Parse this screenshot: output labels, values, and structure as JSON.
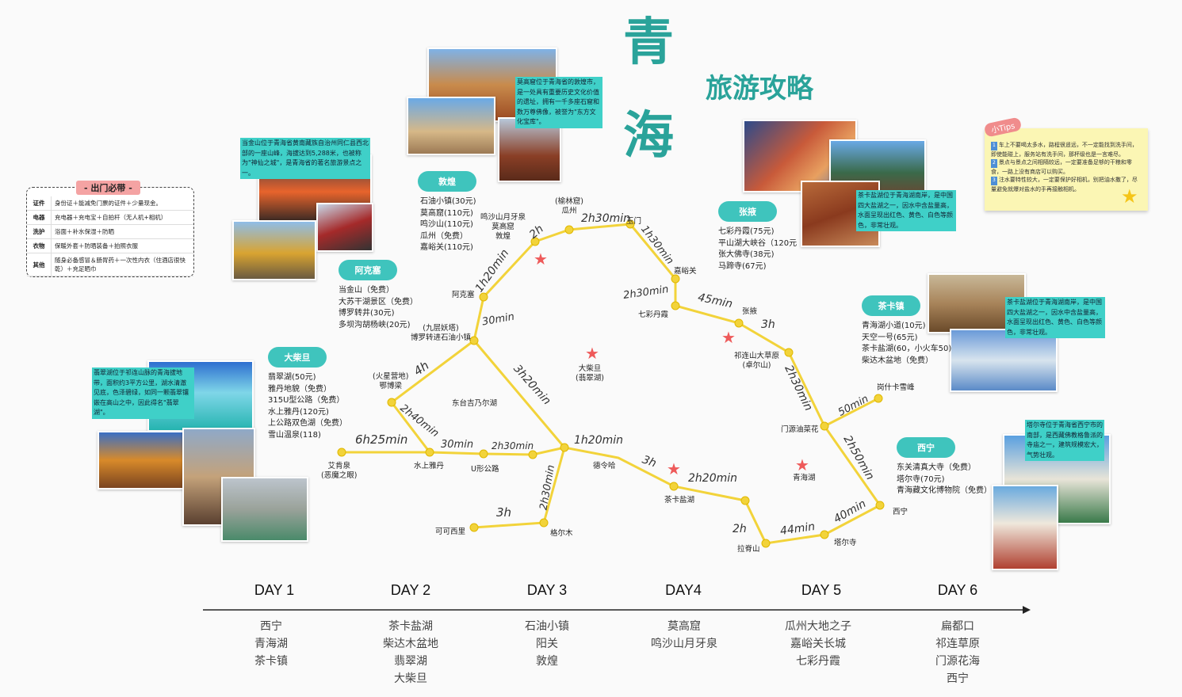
{
  "title": {
    "main1": "青",
    "main2": "海",
    "sub": "旅游攻略"
  },
  "pack": {
    "title": "- 出门必带 -",
    "rows": [
      {
        "k": "证件",
        "v": "身份证＋能减免门票的证件＋少量现金。"
      },
      {
        "k": "电器",
        "v": "充电器＋充电宝＋自拍杆（无人机+相机）"
      },
      {
        "k": "洗护",
        "v": "浴面＋补水保湿＋防晒"
      },
      {
        "k": "衣物",
        "v": "保暖外套＋防晒装备＋拍照衣服"
      },
      {
        "k": "其他",
        "v": "随身必备感冒＆肠胃药＋一次性内衣（住酒店很快乾）＋充足晒巾"
      }
    ]
  },
  "tips": {
    "title": "小Tips",
    "items": [
      "车上不要喝太多水，路程很遥远，不一定能找到洗手间，即使能碰上，服务站有洗手间，那杯级也是一言难尽。",
      "景点与景点之间相隔较远，一定要准备足够的干粮和零食，一路上没有商店可以购买。",
      "注水要特性较大，一定要保护好相机，别把油水撒了，尽量避免就爆对盐水的手再接触相机。"
    ]
  },
  "regions": {
    "dunhuang": {
      "tag": "敦煌",
      "pois": [
        "石油小镇(30元)",
        "莫高窟(110元)",
        "鸣沙山(110元)",
        "瓜州（免费）",
        "嘉峪关(110元)"
      ],
      "note": "莫高窟位于青海省的敦煌市，是一处具有重要历史文化价值的遗址，拥有一千多座石窟和数万尊佛像，被誉为\"东方文化宝库\"。"
    },
    "akesai": {
      "tag": "阿克塞",
      "pois": [
        "当金山（免费）",
        "大苏干湖景区（免费）",
        "博罗转井(30元)",
        "多坝沟胡杨峡(20元)"
      ],
      "note": "当金山位于青海省黄南藏族自治州同仁县西北部的一座山峰，海拔达到5,288米，也被称为\"神仙之城\"，是青海省的著名旅游景点之一。"
    },
    "dachaidan": {
      "tag": "大柴旦",
      "pois": [
        "翡翠湖(50元)",
        "雅丹地貌（免费）",
        "315U型公路（免费）",
        "水上雅丹(120元)",
        "上公路双色湖（免费）",
        "雪山温泉(118)"
      ],
      "note": "翡翠湖位于祁连山脉的青海拔地带，面积约3平方公里，湖水清澈见底，色泽碧绿，如同一颗翡翠镶嵌在高山之中，因此得名\"翡翠湖\"。"
    },
    "zhangye": {
      "tag": "张掖",
      "pois": [
        "七彩丹霞(75元)",
        "平山湖大峡谷（120元",
        "张大佛寺(38元)",
        "马蹄寺(67元)"
      ],
      "note": "茶卡盐湖位于青海湖南岸，是中国四大盐湖之一，因水中含盐量高，水面呈现出红色、黄色、白色等颜色，非常壮观。"
    },
    "chaka": {
      "tag": "茶卡镇",
      "pois": [
        "青海湖小道(10元)",
        "天空一号(65元)",
        "茶卡盐湖(60，小火车50)",
        "柴达木盆地（免费）"
      ],
      "note": "茶卡盐湖位于青海湖南岸，是中国四大盐湖之一，因水中含盐量高，水面呈现出红色、黄色、白色等颜色，非常壮观。"
    },
    "xining": {
      "tag": "西宁",
      "pois": [
        "东关清真大寺（免费）",
        "塔尔寺(70元)",
        "青海藏文化博物院（免费）"
      ],
      "note": "塔尔寺位于青海省西宁市的南部，是西藏佛教格鲁派的寺庙之一，建筑规模宏大，气势壮观。"
    }
  },
  "cities": {
    "dunhuang": "鸣沙山月牙泉\n莫高窟\n敦煌",
    "guazhou": "(榆林窟)\n瓜州",
    "yumen": "玉门",
    "jiayuguan": "嘉峪关",
    "akesai": "阿克塞",
    "qicaidanxia": "七彩丹霞",
    "zhangye": "张掖",
    "jiuceng": "(九层妖塔)\n博罗转进石油小镇",
    "qilian": "祁连山大草原\n(卓尔山)",
    "dachaidan": "大柴旦\n(翡翠湖)",
    "huoxing": "(火星营地)\n鄂博梁",
    "dongtai": "东台吉乃尔湖",
    "gangshi": "岗什卡雪峰",
    "menyuan": "门源油菜花",
    "aiken": "艾肯泉\n(恶魔之眼)",
    "shuishang": "水上雅丹",
    "uxing": "U形公路",
    "delingha": "德令哈",
    "qinghaihu": "青海湖",
    "chakayanhu": "茶卡盐湖",
    "xining": "西宁",
    "kekexili": "可可西里",
    "geermu": "格尔木",
    "lajishan": "拉脊山",
    "taersi": "塔尔寺"
  },
  "durations": [
    "6h25min",
    "30min",
    "2h30min",
    "1h20min",
    "3h",
    "2h20min",
    "2h",
    "44min",
    "40min",
    "2h50min",
    "50min",
    "2h30min",
    "3h",
    "45min",
    "2h30min",
    "1h30min",
    "2h30min",
    "2h",
    "1h20min",
    "30min",
    "4h",
    "2h40min",
    "3h20min",
    "2h30min",
    "3h"
  ],
  "days": [
    {
      "label": "DAY 1",
      "stops": [
        "西宁",
        "青海湖",
        "茶卡镇"
      ]
    },
    {
      "label": "DAY 2",
      "stops": [
        "茶卡盐湖",
        "柴达木盆地",
        "翡翠湖",
        "大柴旦"
      ]
    },
    {
      "label": "DAY 3",
      "stops": [
        "石油小镇",
        "阳关",
        "敦煌"
      ]
    },
    {
      "label": "DAY4",
      "stops": [
        "莫高窟",
        "鸣沙山月牙泉"
      ]
    },
    {
      "label": "DAY 5",
      "stops": [
        "瓜州大地之子",
        "嘉峪关长城",
        "七彩丹霞"
      ]
    },
    {
      "label": "DAY 6",
      "stops": [
        "扁都口",
        "祁连草原",
        "门源花海",
        "西宁"
      ]
    }
  ]
}
